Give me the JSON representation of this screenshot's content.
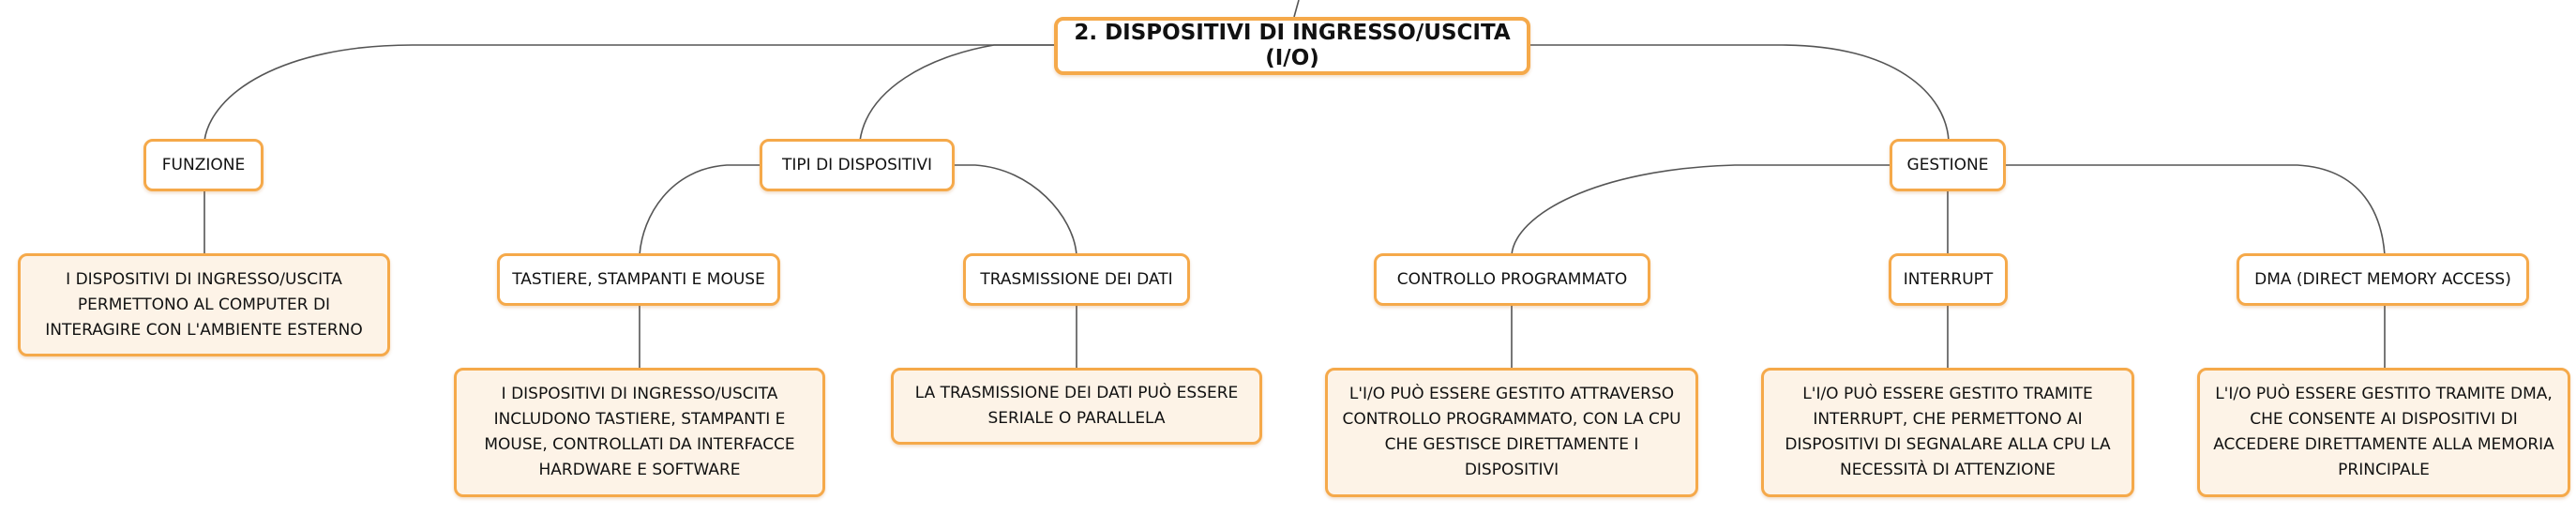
{
  "root": "2. DISPOSITIVI DI INGRESSO/USCITA (I/O)",
  "nodes": {
    "funzione": "FUNZIONE",
    "funzione_desc": "I DISPOSITIVI DI INGRESSO/USCITA PERMETTONO AL COMPUTER DI INTERAGIRE CON L'AMBIENTE ESTERNO",
    "tipi": "TIPI DI DISPOSITIVI",
    "tastiere": "TASTIERE, STAMPANTI E MOUSE",
    "tastiere_desc": "I DISPOSITIVI DI INGRESSO/USCITA INCLUDONO TASTIERE, STAMPANTI E MOUSE, CONTROLLATI DA INTERFACCE HARDWARE E SOFTWARE",
    "trasmissione": "TRASMISSIONE DEI DATI",
    "trasmissione_desc": "LA TRASMISSIONE DEI DATI PUÒ ESSERE SERIALE O PARALLELA",
    "gestione": "GESTIONE",
    "controllo": "CONTROLLO PROGRAMMATO",
    "controllo_desc": "L'I/O PUÒ ESSERE GESTITO ATTRAVERSO CONTROLLO PROGRAMMATO, CON LA CPU CHE GESTISCE DIRETTAMENTE I DISPOSITIVI",
    "interrupt": "INTERRUPT",
    "interrupt_desc": "L'I/O PUÒ ESSERE GESTITO TRAMITE INTERRUPT, CHE PERMETTONO AI DISPOSITIVI DI SEGNALARE ALLA CPU LA NECESSITÀ DI ATTENZIONE",
    "dma": "DMA (DIRECT MEMORY ACCESS)",
    "dma_desc": "L'I/O PUÒ ESSERE GESTITO TRAMITE DMA, CHE CONSENTE AI DISPOSITIVI DI ACCEDERE DIRETTAMENTE ALLA MEMORIA PRINCIPALE"
  },
  "colors": {
    "border": "#f5a94a",
    "desc_fill": "#fdf3e7",
    "line": "#555555"
  }
}
